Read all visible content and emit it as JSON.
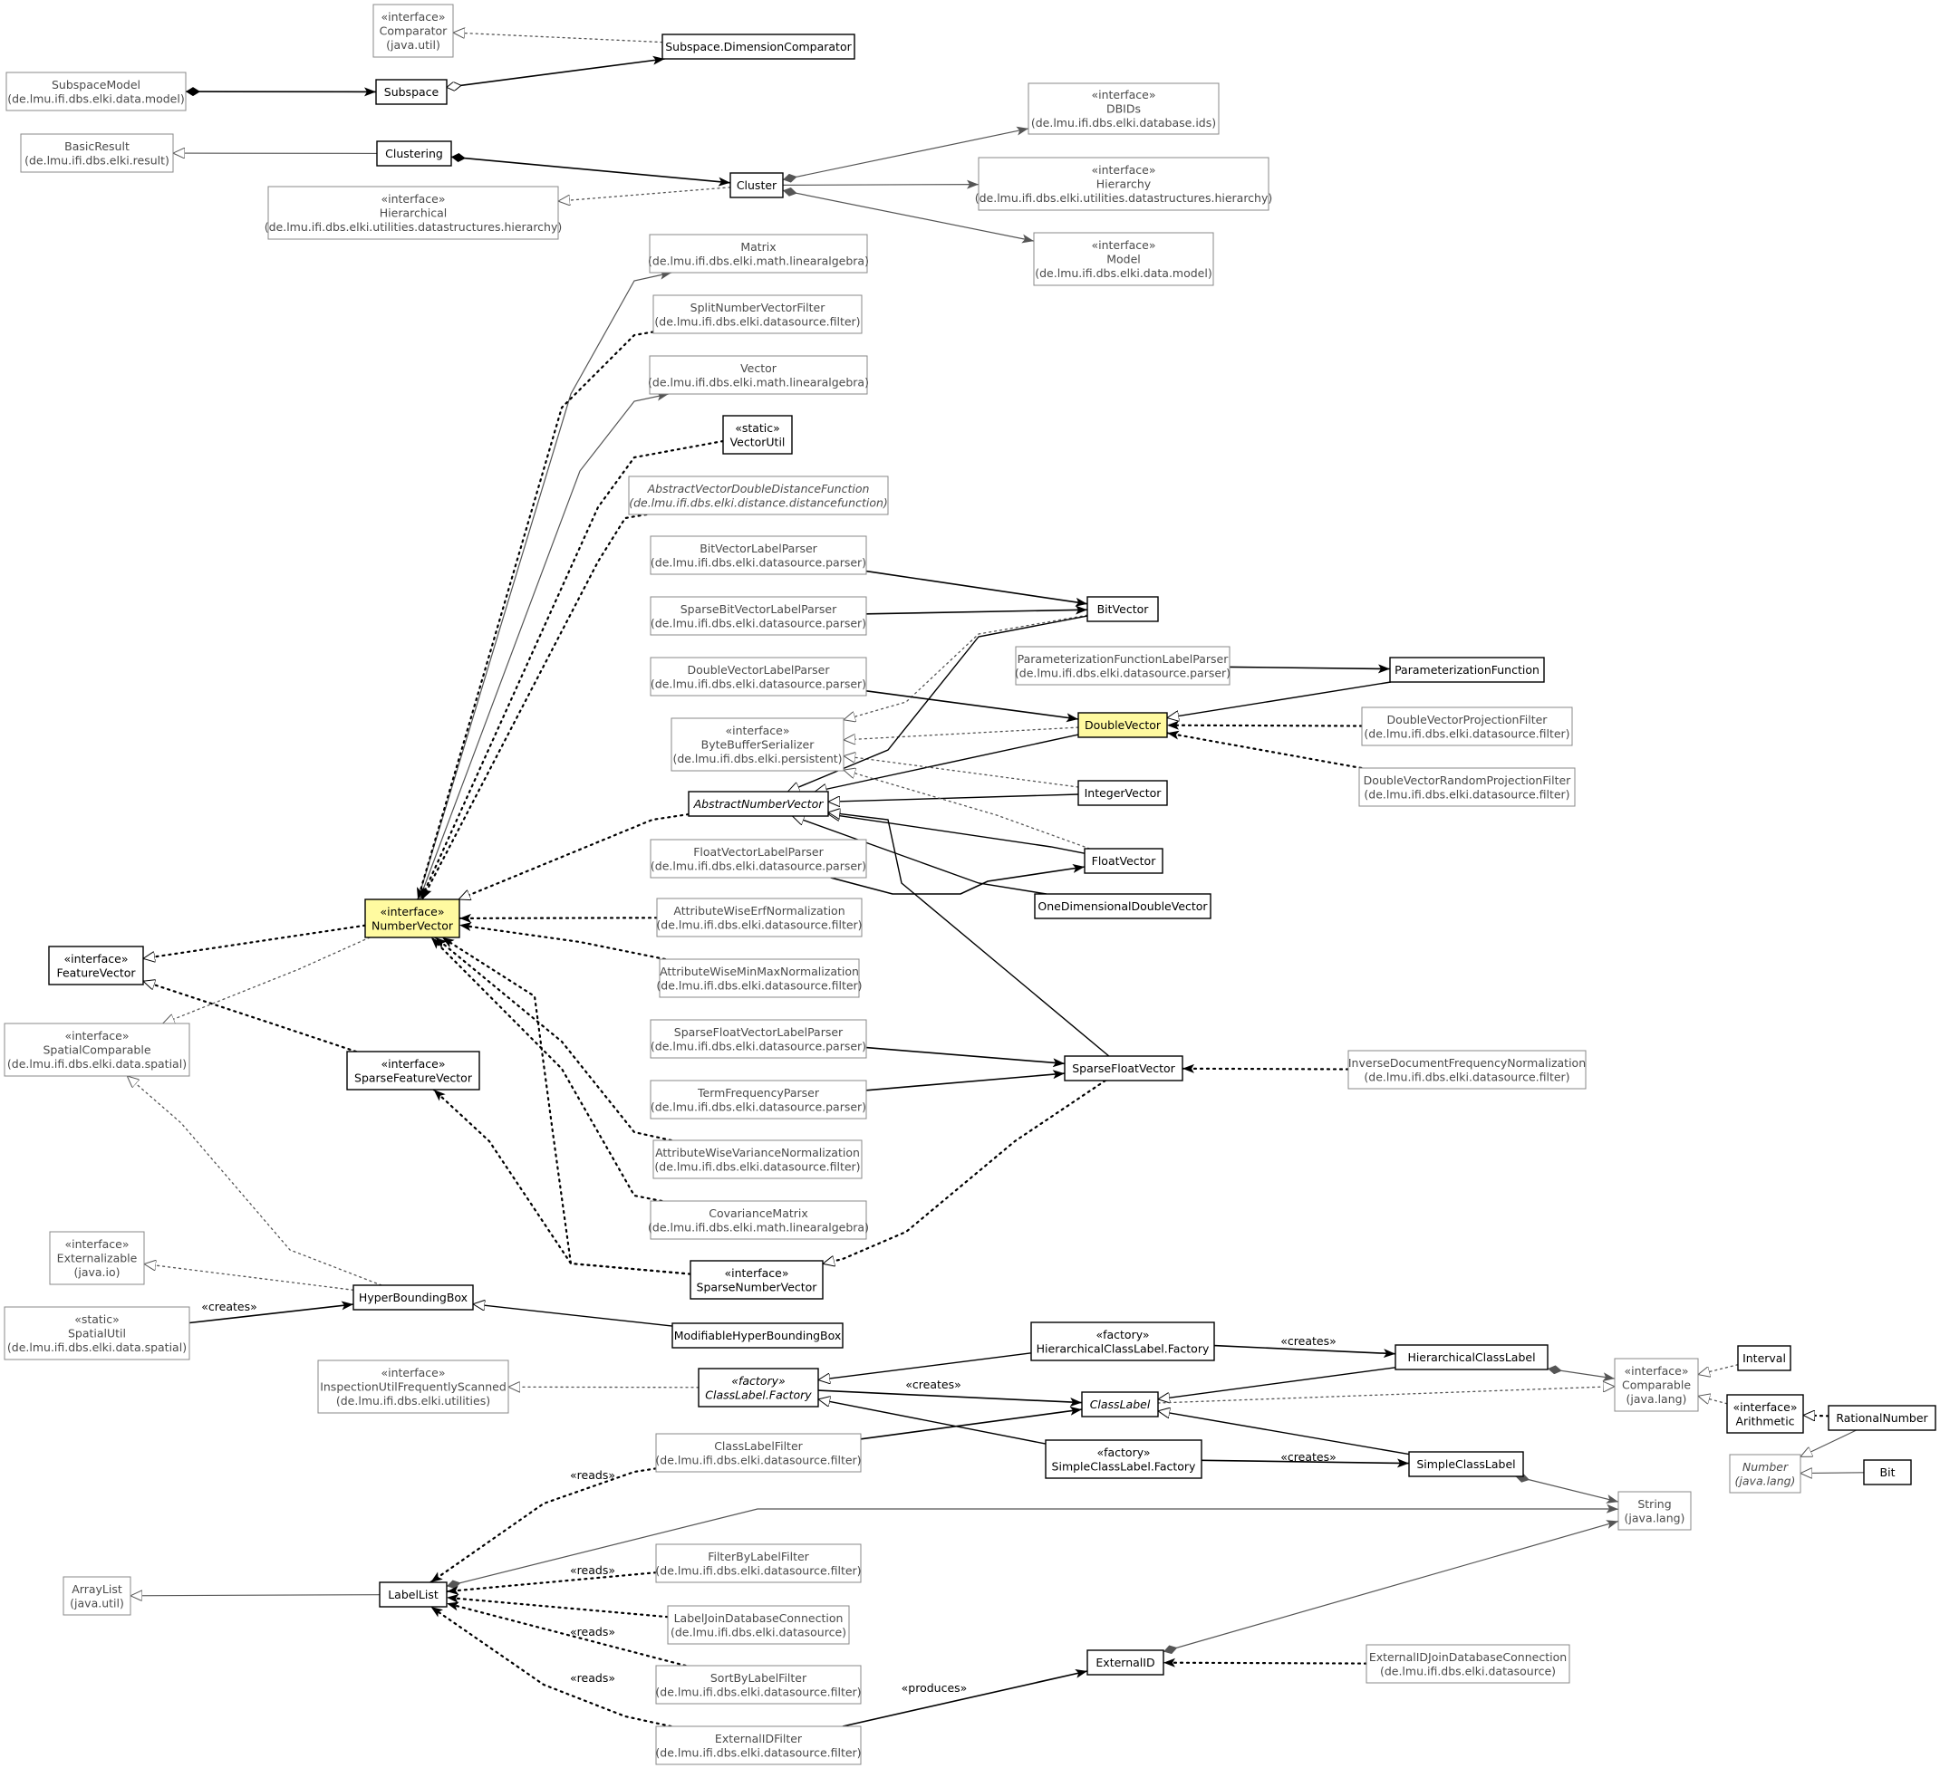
{
  "colors": {
    "background": "#ffffff",
    "highlight_fill": "#fffaa0",
    "border_dark": "#000000",
    "border_gray": "#888888",
    "text_dark": "#000000",
    "text_gray": "#4a4a4a",
    "edge_dark": "#000000",
    "edge_gray": "#555555"
  },
  "nodes": [
    {
      "id": "comparator",
      "lines": [
        "«interface»",
        "Comparator",
        "(java.util)"
      ],
      "style": "gray"
    },
    {
      "id": "dimcomp",
      "lines": [
        "Subspace.DimensionComparator"
      ],
      "style": "dark"
    },
    {
      "id": "subspacemodel",
      "lines": [
        "SubspaceModel",
        "(de.lmu.ifi.dbs.elki.data.model)"
      ],
      "style": "gray"
    },
    {
      "id": "subspace",
      "lines": [
        "Subspace"
      ],
      "style": "dark"
    },
    {
      "id": "dbids",
      "lines": [
        "«interface»",
        "DBIDs",
        "(de.lmu.ifi.dbs.elki.database.ids)"
      ],
      "style": "gray"
    },
    {
      "id": "basicresult",
      "lines": [
        "BasicResult",
        "(de.lmu.ifi.dbs.elki.result)"
      ],
      "style": "gray"
    },
    {
      "id": "clustering",
      "lines": [
        "Clustering"
      ],
      "style": "dark"
    },
    {
      "id": "cluster",
      "lines": [
        "Cluster"
      ],
      "style": "dark"
    },
    {
      "id": "hierarchy",
      "lines": [
        "«interface»",
        "Hierarchy",
        "(de.lmu.ifi.dbs.elki.utilities.datastructures.hierarchy)"
      ],
      "style": "gray"
    },
    {
      "id": "hierarchical",
      "lines": [
        "«interface»",
        "Hierarchical",
        "(de.lmu.ifi.dbs.elki.utilities.datastructures.hierarchy)"
      ],
      "style": "gray"
    },
    {
      "id": "model",
      "lines": [
        "«interface»",
        "Model",
        "(de.lmu.ifi.dbs.elki.data.model)"
      ],
      "style": "gray"
    },
    {
      "id": "matrix",
      "lines": [
        "Matrix",
        "(de.lmu.ifi.dbs.elki.math.linearalgebra)"
      ],
      "style": "gray"
    },
    {
      "id": "splitnvf",
      "lines": [
        "SplitNumberVectorFilter",
        "(de.lmu.ifi.dbs.elki.datasource.filter)"
      ],
      "style": "gray"
    },
    {
      "id": "vector",
      "lines": [
        "Vector",
        "(de.lmu.ifi.dbs.elki.math.linearalgebra)"
      ],
      "style": "gray"
    },
    {
      "id": "vectorutil",
      "lines": [
        "«static»",
        "VectorUtil"
      ],
      "style": "dark"
    },
    {
      "id": "avddf",
      "lines": [
        "AbstractVectorDoubleDistanceFunction",
        "(de.lmu.ifi.dbs.elki.distance.distancefunction)"
      ],
      "style": "gray",
      "italic": true
    },
    {
      "id": "bvlp",
      "lines": [
        "BitVectorLabelParser",
        "(de.lmu.ifi.dbs.elki.datasource.parser)"
      ],
      "style": "gray"
    },
    {
      "id": "sbvlp",
      "lines": [
        "SparseBitVectorLabelParser",
        "(de.lmu.ifi.dbs.elki.datasource.parser)"
      ],
      "style": "gray"
    },
    {
      "id": "bitvector",
      "lines": [
        "BitVector"
      ],
      "style": "dark"
    },
    {
      "id": "pflp",
      "lines": [
        "ParameterizationFunctionLabelParser",
        "(de.lmu.ifi.dbs.elki.datasource.parser)"
      ],
      "style": "gray"
    },
    {
      "id": "paramfunc",
      "lines": [
        "ParameterizationFunction"
      ],
      "style": "dark"
    },
    {
      "id": "dvlp",
      "lines": [
        "DoubleVectorLabelParser",
        "(de.lmu.ifi.dbs.elki.datasource.parser)"
      ],
      "style": "gray"
    },
    {
      "id": "doublevector",
      "lines": [
        "DoubleVector"
      ],
      "style": "highlight"
    },
    {
      "id": "dvpf",
      "lines": [
        "DoubleVectorProjectionFilter",
        "(de.lmu.ifi.dbs.elki.datasource.filter)"
      ],
      "style": "gray"
    },
    {
      "id": "bbs",
      "lines": [
        "«interface»",
        "ByteBufferSerializer",
        "(de.lmu.ifi.dbs.elki.persistent)"
      ],
      "style": "gray"
    },
    {
      "id": "dvrpf",
      "lines": [
        "DoubleVectorRandomProjectionFilter",
        "(de.lmu.ifi.dbs.elki.datasource.filter)"
      ],
      "style": "gray"
    },
    {
      "id": "integervector",
      "lines": [
        "IntegerVector"
      ],
      "style": "dark"
    },
    {
      "id": "anv",
      "lines": [
        "AbstractNumberVector"
      ],
      "style": "dark",
      "italic": true
    },
    {
      "id": "fvlp",
      "lines": [
        "FloatVectorLabelParser",
        "(de.lmu.ifi.dbs.elki.datasource.parser)"
      ],
      "style": "gray"
    },
    {
      "id": "floatvector",
      "lines": [
        "FloatVector"
      ],
      "style": "dark"
    },
    {
      "id": "numbervector",
      "lines": [
        "«interface»",
        "NumberVector"
      ],
      "style": "highlight"
    },
    {
      "id": "odv",
      "lines": [
        "OneDimensionalDoubleVector"
      ],
      "style": "dark"
    },
    {
      "id": "awen",
      "lines": [
        "AttributeWiseErfNormalization",
        "(de.lmu.ifi.dbs.elki.datasource.filter)"
      ],
      "style": "gray"
    },
    {
      "id": "featurevector",
      "lines": [
        "«interface»",
        "FeatureVector"
      ],
      "style": "dark"
    },
    {
      "id": "awmmn",
      "lines": [
        "AttributeWiseMinMaxNormalization",
        "(de.lmu.ifi.dbs.elki.datasource.filter)"
      ],
      "style": "gray"
    },
    {
      "id": "spatialcomp",
      "lines": [
        "«interface»",
        "SpatialComparable",
        "(de.lmu.ifi.dbs.elki.data.spatial)"
      ],
      "style": "gray"
    },
    {
      "id": "sfvlp",
      "lines": [
        "SparseFloatVectorLabelParser",
        "(de.lmu.ifi.dbs.elki.datasource.parser)"
      ],
      "style": "gray"
    },
    {
      "id": "sparsefeaturevector",
      "lines": [
        "«interface»",
        "SparseFeatureVector"
      ],
      "style": "dark"
    },
    {
      "id": "sparsefloatvector",
      "lines": [
        "SparseFloatVector"
      ],
      "style": "dark"
    },
    {
      "id": "idfn",
      "lines": [
        "InverseDocumentFrequencyNormalization",
        "(de.lmu.ifi.dbs.elki.datasource.filter)"
      ],
      "style": "gray"
    },
    {
      "id": "tfp",
      "lines": [
        "TermFrequencyParser",
        "(de.lmu.ifi.dbs.elki.datasource.parser)"
      ],
      "style": "gray"
    },
    {
      "id": "awvn",
      "lines": [
        "AttributeWiseVarianceNormalization",
        "(de.lmu.ifi.dbs.elki.datasource.filter)"
      ],
      "style": "gray"
    },
    {
      "id": "covmatrix",
      "lines": [
        "CovarianceMatrix",
        "(de.lmu.ifi.dbs.elki.math.linearalgebra)"
      ],
      "style": "gray"
    },
    {
      "id": "externalizable",
      "lines": [
        "«interface»",
        "Externalizable",
        "(java.io)"
      ],
      "style": "gray"
    },
    {
      "id": "sparsenumbervector",
      "lines": [
        "«interface»",
        "SparseNumberVector"
      ],
      "style": "dark"
    },
    {
      "id": "hbb",
      "lines": [
        "HyperBoundingBox"
      ],
      "style": "dark"
    },
    {
      "id": "spatialutil",
      "lines": [
        "«static»",
        "SpatialUtil",
        "(de.lmu.ifi.dbs.elki.data.spatial)"
      ],
      "style": "gray"
    },
    {
      "id": "mhbb",
      "lines": [
        "ModifiableHyperBoundingBox"
      ],
      "style": "dark"
    },
    {
      "id": "hclf",
      "lines": [
        "«factory»",
        "HierarchicalClassLabel.Factory"
      ],
      "style": "dark"
    },
    {
      "id": "hcl",
      "lines": [
        "HierarchicalClassLabel"
      ],
      "style": "dark"
    },
    {
      "id": "interval",
      "lines": [
        "Interval"
      ],
      "style": "dark"
    },
    {
      "id": "iufs",
      "lines": [
        "«interface»",
        "InspectionUtilFrequentlyScanned",
        "(de.lmu.ifi.dbs.elki.utilities)"
      ],
      "style": "gray"
    },
    {
      "id": "clf",
      "lines": [
        "«factory»",
        "ClassLabel.Factory"
      ],
      "style": "dark",
      "italic": true
    },
    {
      "id": "comparable",
      "lines": [
        "«interface»",
        "Comparable",
        "(java.lang)"
      ],
      "style": "gray"
    },
    {
      "id": "classlabel",
      "lines": [
        "ClassLabel"
      ],
      "style": "dark",
      "italic": true
    },
    {
      "id": "arithmetic",
      "lines": [
        "«interface»",
        "Arithmetic"
      ],
      "style": "dark"
    },
    {
      "id": "rational",
      "lines": [
        "RationalNumber"
      ],
      "style": "dark"
    },
    {
      "id": "classlabelfilter",
      "lines": [
        "ClassLabelFilter",
        "(de.lmu.ifi.dbs.elki.datasource.filter)"
      ],
      "style": "gray"
    },
    {
      "id": "sclf",
      "lines": [
        "«factory»",
        "SimpleClassLabel.Factory"
      ],
      "style": "dark"
    },
    {
      "id": "scl",
      "lines": [
        "SimpleClassLabel"
      ],
      "style": "dark"
    },
    {
      "id": "number",
      "lines": [
        "Number",
        "(java.lang)"
      ],
      "style": "gray",
      "italic": true
    },
    {
      "id": "bit",
      "lines": [
        "Bit"
      ],
      "style": "dark"
    },
    {
      "id": "string",
      "lines": [
        "String",
        "(java.lang)"
      ],
      "style": "gray"
    },
    {
      "id": "fblf",
      "lines": [
        "FilterByLabelFilter",
        "(de.lmu.ifi.dbs.elki.datasource.filter)"
      ],
      "style": "gray"
    },
    {
      "id": "arraylist",
      "lines": [
        "ArrayList",
        "(java.util)"
      ],
      "style": "gray"
    },
    {
      "id": "labellist",
      "lines": [
        "LabelList"
      ],
      "style": "dark"
    },
    {
      "id": "ljdc",
      "lines": [
        "LabelJoinDatabaseConnection",
        "(de.lmu.ifi.dbs.elki.datasource)"
      ],
      "style": "gray"
    },
    {
      "id": "externalid",
      "lines": [
        "ExternalID"
      ],
      "style": "dark"
    },
    {
      "id": "eidjdc",
      "lines": [
        "ExternalIDJoinDatabaseConnection",
        "(de.lmu.ifi.dbs.elki.datasource)"
      ],
      "style": "gray"
    },
    {
      "id": "sblf",
      "lines": [
        "SortByLabelFilter",
        "(de.lmu.ifi.dbs.elki.datasource.filter)"
      ],
      "style": "gray"
    },
    {
      "id": "eidf",
      "lines": [
        "ExternalIDFilter",
        "(de.lmu.ifi.dbs.elki.datasource.filter)"
      ],
      "style": "gray"
    }
  ],
  "edge_labels": [
    {
      "id": "creates_spatialutil",
      "text": "«creates»"
    },
    {
      "id": "creates_hclf",
      "text": "«creates»"
    },
    {
      "id": "creates_clf",
      "text": "«creates»"
    },
    {
      "id": "creates_sclf",
      "text": "«creates»"
    },
    {
      "id": "reads_classlabelfilter",
      "text": "«reads»"
    },
    {
      "id": "reads_fblf",
      "text": "«reads»"
    },
    {
      "id": "reads_sblf",
      "text": "«reads»"
    },
    {
      "id": "reads_eidf",
      "text": "«reads»"
    },
    {
      "id": "produces_eidf",
      "text": "«produces»"
    }
  ]
}
